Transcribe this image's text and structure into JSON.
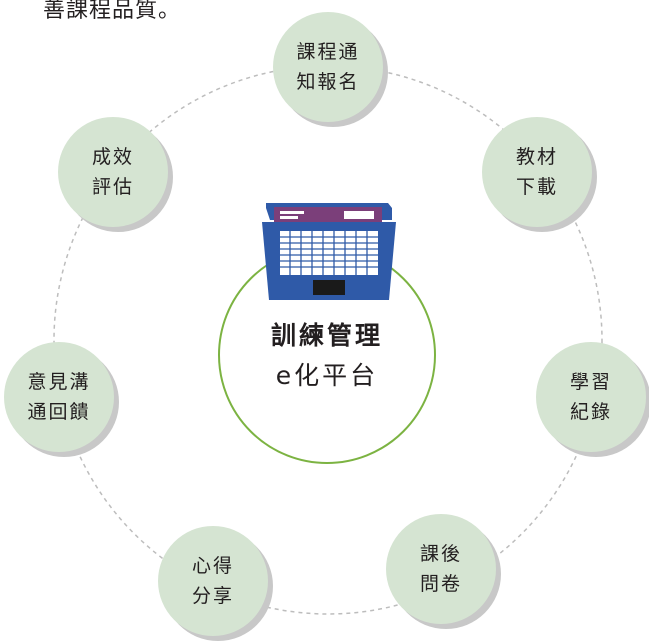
{
  "intro_text": "善課程品質。",
  "center": {
    "line1": "訓練管理",
    "line2": "e化平台"
  },
  "nodes": [
    {
      "line1": "課程通",
      "line2": "知報名"
    },
    {
      "line1": "教材",
      "line2": "下載"
    },
    {
      "line1": "學習",
      "line2": "紀錄"
    },
    {
      "line1": "課後",
      "line2": "問卷"
    },
    {
      "line1": "心得",
      "line2": "分享"
    },
    {
      "line1": "意見溝",
      "line2": "通回饋"
    },
    {
      "line1": "成效",
      "line2": "評估"
    }
  ],
  "colors": {
    "node_fill": "#d5e4d2",
    "center_border": "#7cb342",
    "ring_dash": "#bdbdbd",
    "laptop_body": "#2f5aa8",
    "laptop_screen": "#7b3f7a"
  },
  "icons": {
    "center_icon": "laptop-icon"
  }
}
